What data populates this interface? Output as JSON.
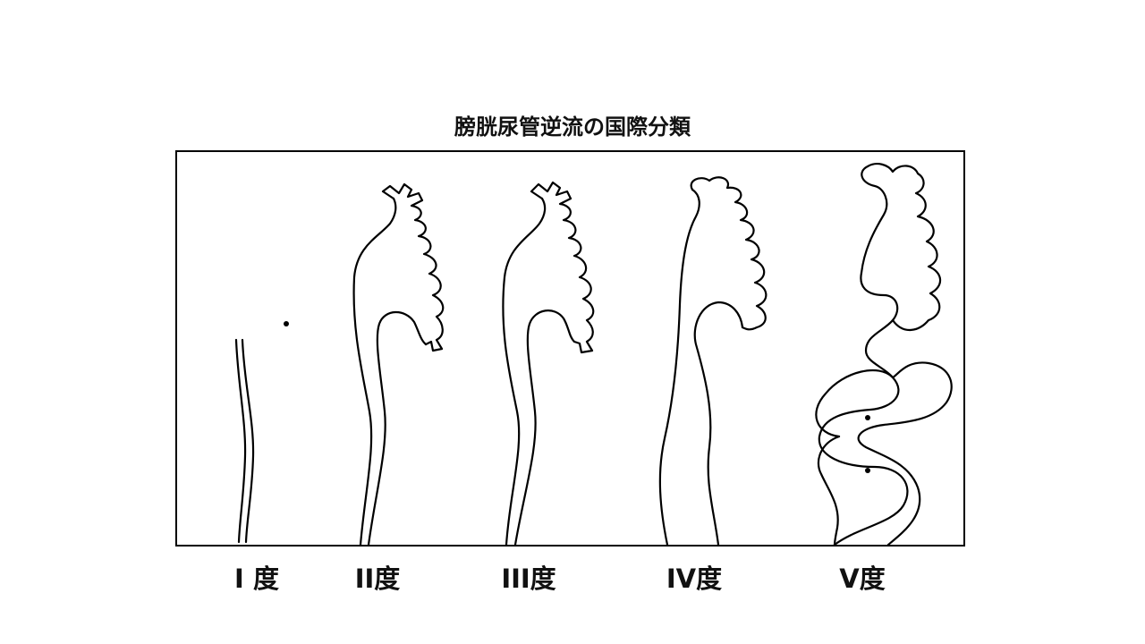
{
  "diagram": {
    "title": "膀胱尿管逆流の国際分類",
    "grades": [
      {
        "label": "I 度"
      },
      {
        "label": "II度"
      },
      {
        "label": "III度"
      },
      {
        "label": "IV度"
      },
      {
        "label": "V度"
      }
    ]
  }
}
